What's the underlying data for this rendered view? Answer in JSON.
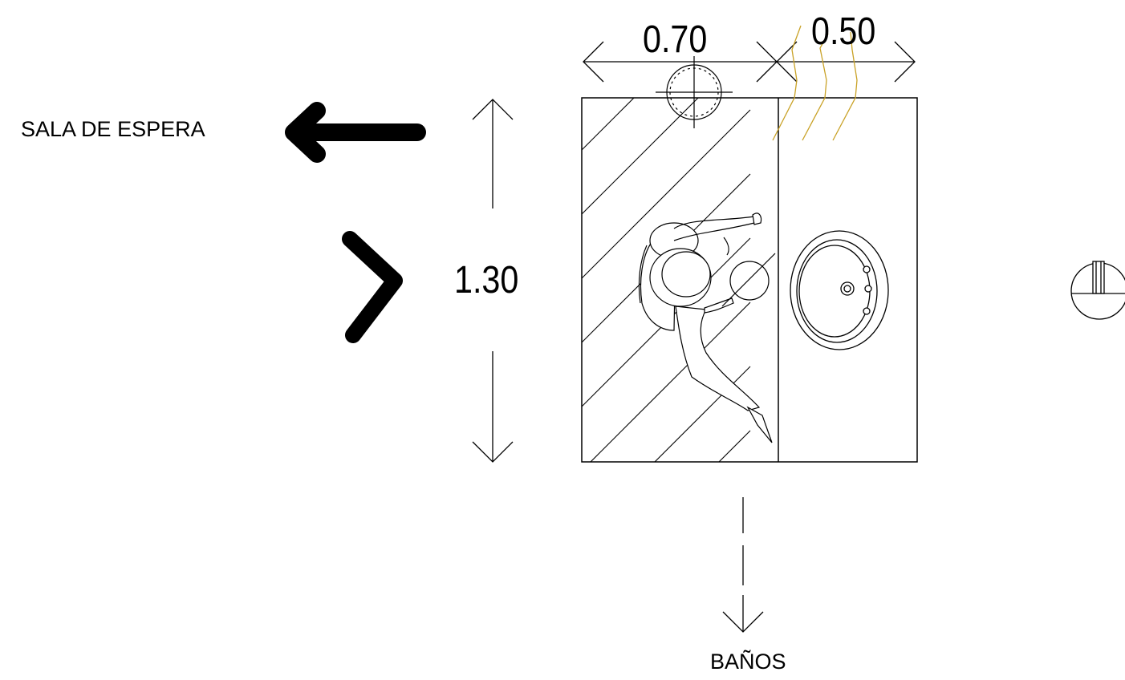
{
  "labels": {
    "sala_de_espera": "SALA DE ESPERA",
    "banos": "BAÑOS"
  },
  "dimensions": {
    "width_left": "0.70",
    "width_right": "0.50",
    "height": "1.30"
  },
  "colors": {
    "line": "#000000",
    "accent": "#c9a227"
  }
}
